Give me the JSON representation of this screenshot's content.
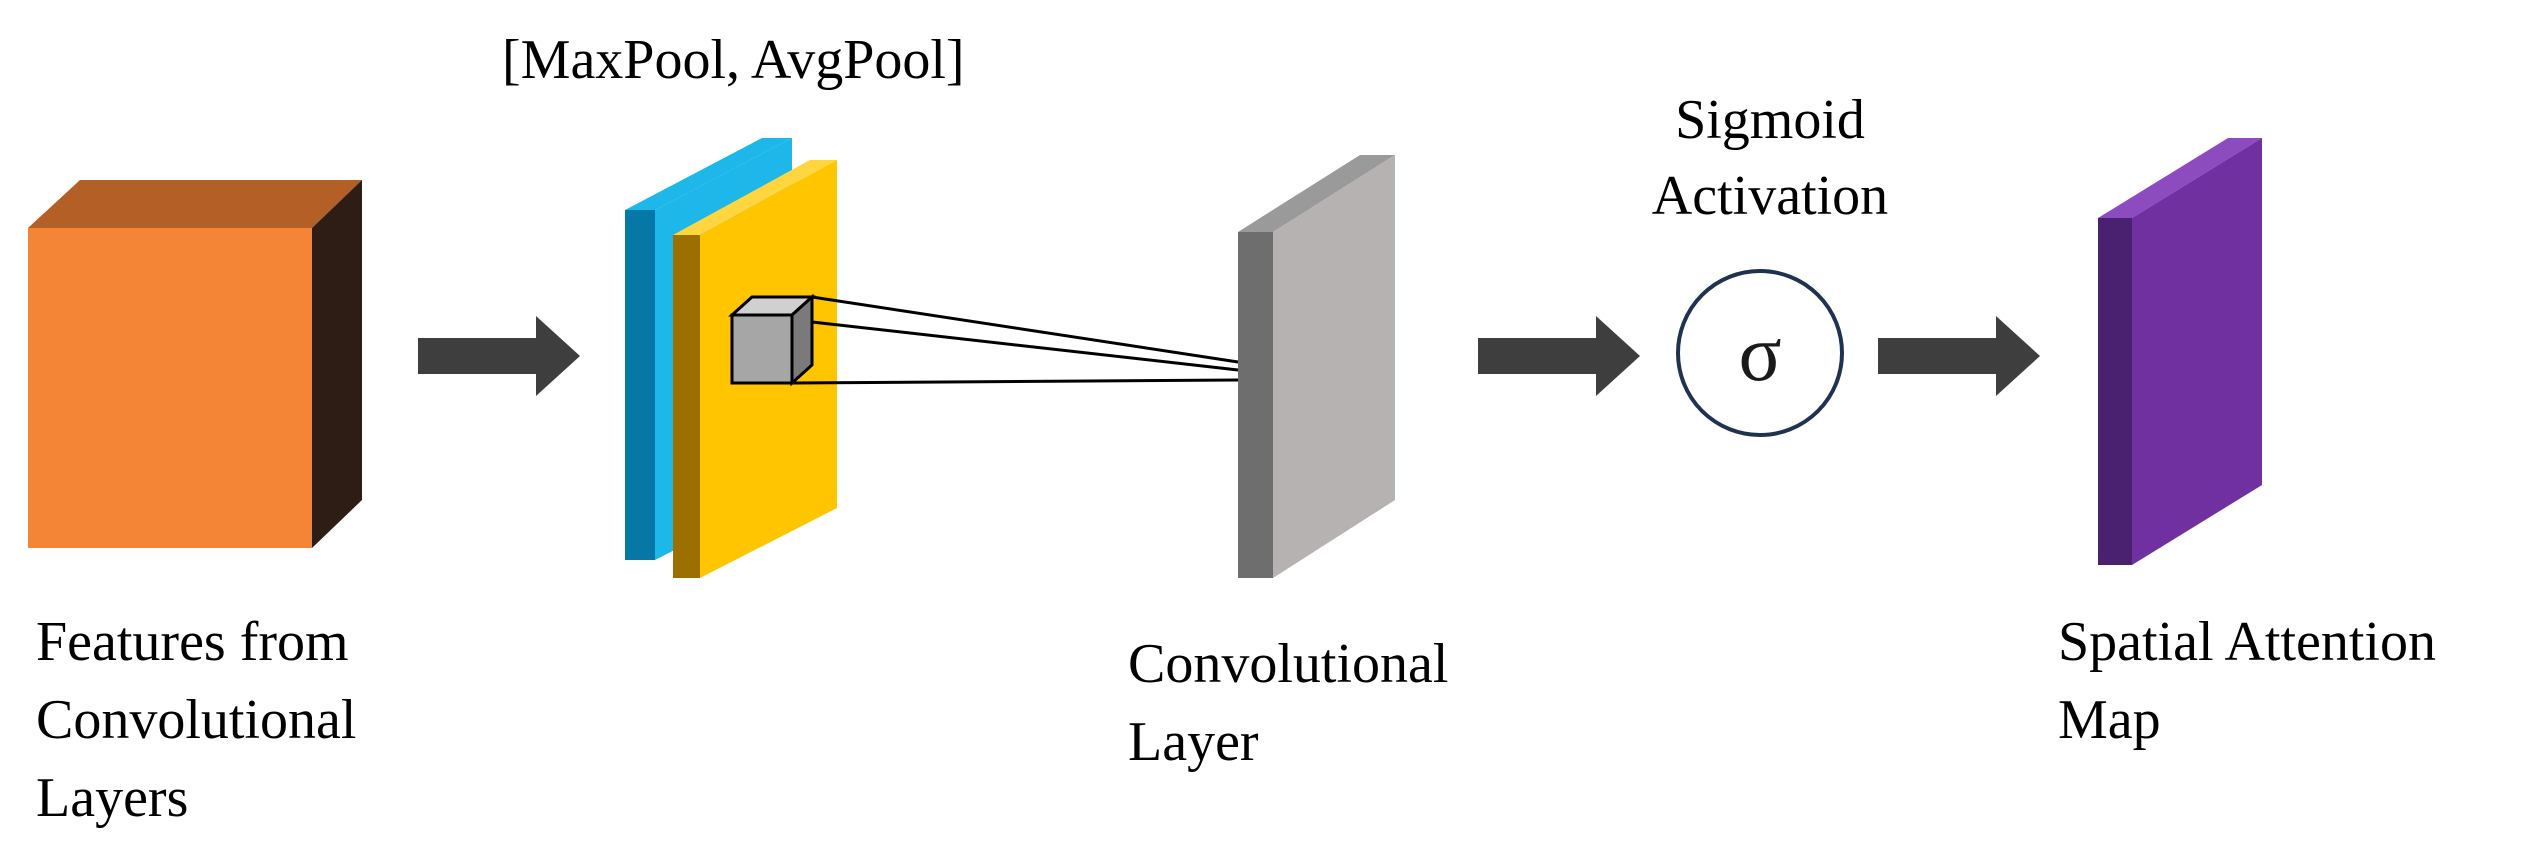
{
  "diagram": {
    "input_label": [
      "Features from",
      "Convolutional",
      "Layers"
    ],
    "pooling_label": "[MaxPool, AvgPool]",
    "conv_label": [
      "Convolutional",
      "Layer"
    ],
    "activation_label": [
      "Sigmoid",
      "Activation"
    ],
    "activation_symbol": "σ",
    "output_label": [
      "Spatial Attention",
      "Map"
    ]
  },
  "colors": {
    "input_front": "#F58536",
    "input_top": "#B35F26",
    "input_side": "#2D1D15",
    "maxpool_front": "#0578A6",
    "maxpool_top": "#1DB7EA",
    "avgpool_front": "#FFC600",
    "avgpool_side": "#9C7000",
    "conv_front": "#B5B2B1",
    "conv_side": "#6E6E6E",
    "output_front": "#7030A0",
    "output_side": "#4A2070",
    "arrow": "#3E3E3E",
    "circle_stroke": "#1F3350"
  },
  "icons": {
    "arrow": "right-arrow-icon",
    "sigma": "sigma-icon"
  }
}
